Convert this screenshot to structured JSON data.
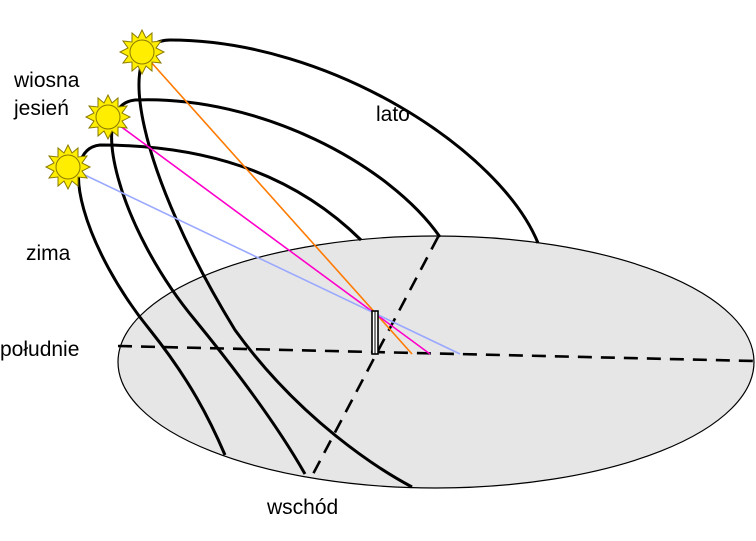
{
  "labels": {
    "summer": "lato",
    "spring_autumn_line1": "wiosna",
    "spring_autumn_line2": "jesień",
    "winter": "zima",
    "south": "południe",
    "east": "wschód"
  },
  "colors": {
    "ground_fill": "#e6e6e6",
    "path_stroke": "#000000",
    "sun_fill": "#ffee00",
    "sun_stroke": "#8a7a00",
    "ray_summer": "#ff7a00",
    "ray_equinox": "#ff00cc",
    "ray_winter": "#9aa8ff"
  },
  "icons": {
    "sun": "sun-icon",
    "gnomon": "gnomon-icon"
  }
}
